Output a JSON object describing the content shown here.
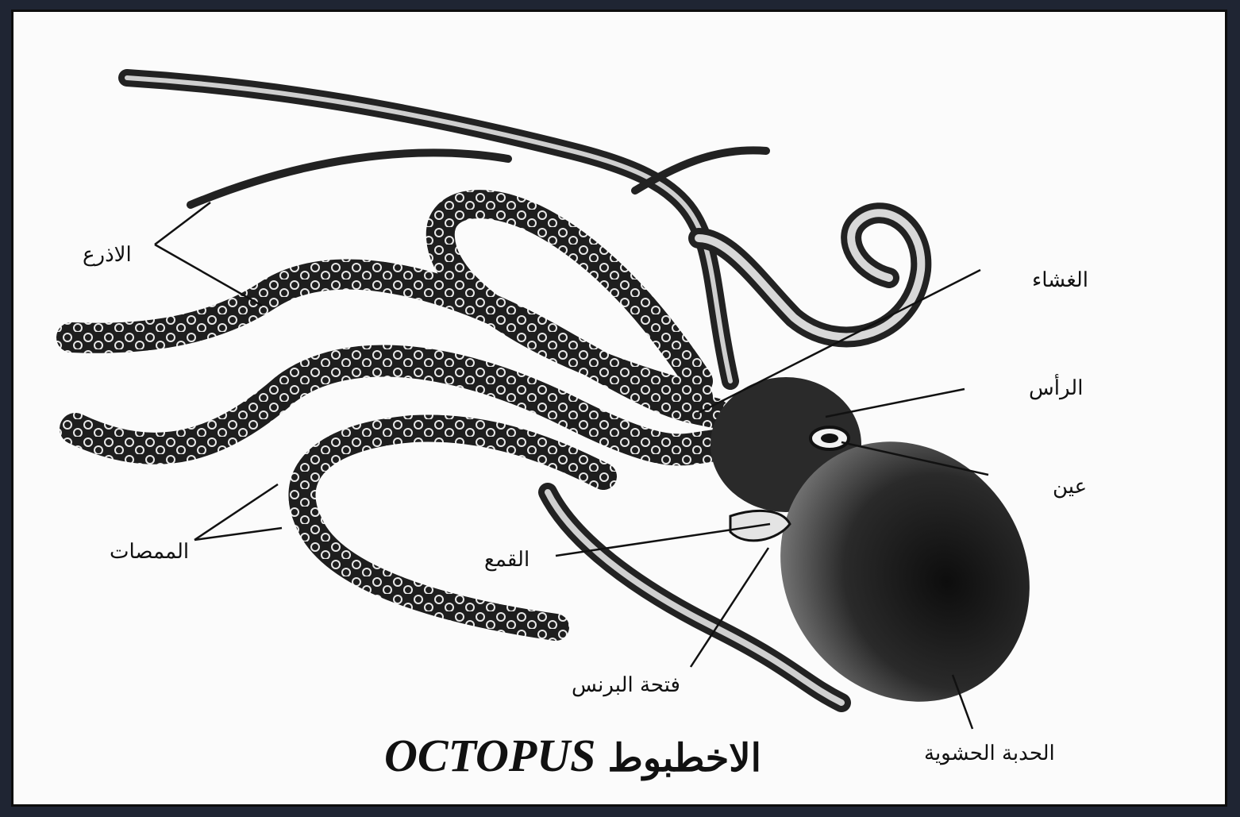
{
  "colors": {
    "frame": "#1f2533",
    "paper": "#fbfbfb",
    "ink": "#111111",
    "mantle_dark": "#1b1b1b"
  },
  "title": {
    "english": "OCTOPUS",
    "arabic": "الاخطبوط"
  },
  "labels": {
    "arms": "الاذرع",
    "web": "الغشاء",
    "head": "الرأس",
    "eye": "عين",
    "suckers": "الممصات",
    "funnel": "القمع",
    "siphon_opening": "فتحة البرنس",
    "visceral_hump": "الحدبة الحشوية"
  }
}
